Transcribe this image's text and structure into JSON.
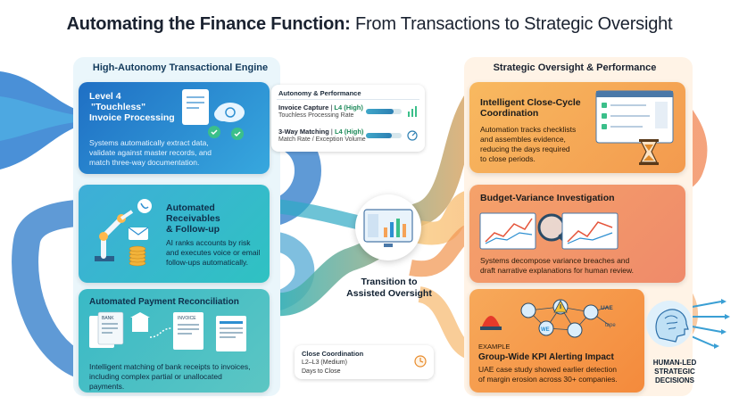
{
  "title": {
    "bold": "Automating the Finance Function:",
    "rest": " From Transactions to Strategic Oversight"
  },
  "left_panel": {
    "header": "High-Autonomy Transactional Engine",
    "card1": {
      "level": "Level 4",
      "title_line1": "\"Touchless\"",
      "title_line2": "Invoice Processing",
      "body_line1": "Systems automatically extract data,",
      "body_line2": "validate against master records, and",
      "body_line3": "match three-way documentation."
    },
    "metrics": {
      "header": "Autonomy & Performance",
      "m1_label": "Invoice Capture",
      "m1_level": "L4 (High)",
      "m1_sub": "Touchless Processing Rate",
      "m1_fill": 0.78,
      "m2_label": "3-Way Matching",
      "m2_level": "L4 (High)",
      "m2_sub": "Match Rate / Exception Volume",
      "m2_fill": 0.72
    },
    "card2": {
      "title_line1": "Automated",
      "title_line2": "Receivables",
      "title_line3": "& Follow-up",
      "body_line1": "AI ranks accounts by risk",
      "body_line2": "and executes voice or email",
      "body_line3": "follow-ups automatically."
    },
    "card3": {
      "title": "Automated Payment Reconciliation",
      "doc_bank": "BANK",
      "doc_invoice": "INVOICE",
      "body_line1": "Intelligent matching of bank receipts to invoices,",
      "body_line2": "including complex partial or unallocated",
      "body_line3": "payments."
    }
  },
  "center": {
    "label_line1": "Transition to",
    "label_line2": "Assisted Oversight",
    "close_coord": {
      "title": "Close Coordination",
      "level": "L2–L3 (Medium)",
      "sub": "Days to Close"
    }
  },
  "right_panel": {
    "header": "Strategic Oversight & Performance",
    "card1": {
      "title_line1": "Intelligent Close-Cycle",
      "title_line2": "Coordination",
      "body_line1": "Automation tracks checklists",
      "body_line2": "and assembles evidence,",
      "body_line3": "reducing the days required",
      "body_line4": "to close periods."
    },
    "card2": {
      "title": "Budget-Variance Investigation",
      "body_line1": "Systems decompose variance breaches and",
      "body_line2": "draft narrative explanations for human review."
    },
    "card3": {
      "example": "EXAMPLE",
      "title": "Group-Wide KPI Alerting Impact",
      "body_line1": "UAE case study showed earlier detection",
      "body_line2": "of margin erosion across 30+ companies.",
      "node_uae": "UAE",
      "node_tape": "tape",
      "node_we": "WE"
    },
    "human_line1": "HUMAN-LED",
    "human_line2": "STRATEGIC",
    "human_line3": "DECISIONS"
  },
  "colors": {
    "left_blue": "#2d8fd1",
    "teal": "#2fb3b9",
    "orange": "#f5a257",
    "coral": "#ee7b68"
  },
  "icons": [
    "invoice-icon",
    "cloud-icon",
    "robot-arm-icon",
    "coins-icon",
    "phone-icon",
    "mail-icon",
    "bank-doc-icon",
    "dashboard-icon",
    "hourglass-icon",
    "magnifier-chart-icon",
    "alarm-icon",
    "network-icon",
    "brain-icon"
  ]
}
